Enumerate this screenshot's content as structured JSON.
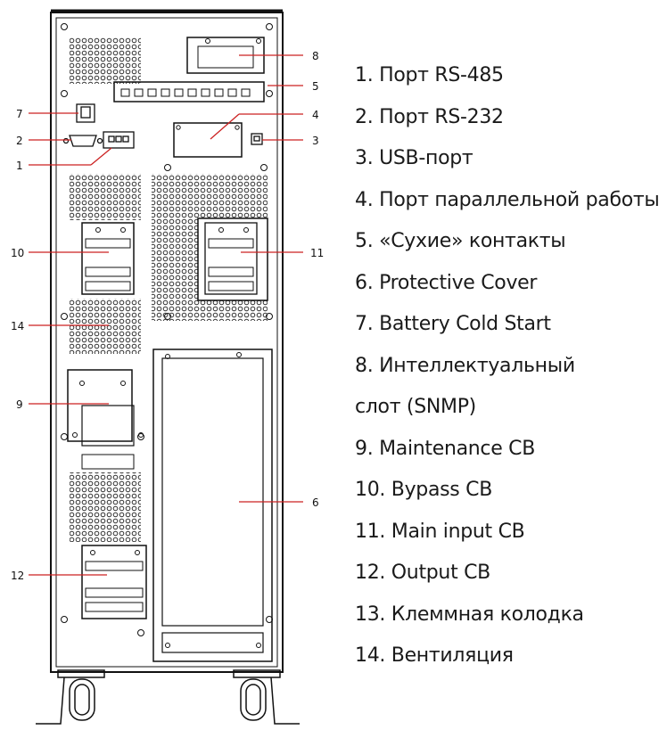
{
  "callouts": {
    "c1": "1",
    "c2": "2",
    "c3": "3",
    "c4": "4",
    "c5": "5",
    "c6": "6",
    "c7": "7",
    "c8": "8",
    "c9": "9",
    "c10": "10",
    "c11": "11",
    "c12": "12",
    "c14": "14"
  },
  "legend": [
    "1. Порт RS-485",
    "2. Порт RS-232",
    "3. USB-порт",
    "4. Порт параллельной работы",
    "5. «Сухие» контакты",
    "6. Protective Cover",
    "7. Battery Cold Start",
    "8. Интеллектуальный",
    "слот (SNMP)",
    "9. Maintenance CB",
    "10. Bypass CB",
    "11. Main input CB",
    "12. Output CB",
    "13. Клеммная колодка",
    "14. Вентиляция"
  ],
  "colors": {
    "line": "#111111",
    "callout_line": "#cc2222",
    "vent": "#333333"
  }
}
